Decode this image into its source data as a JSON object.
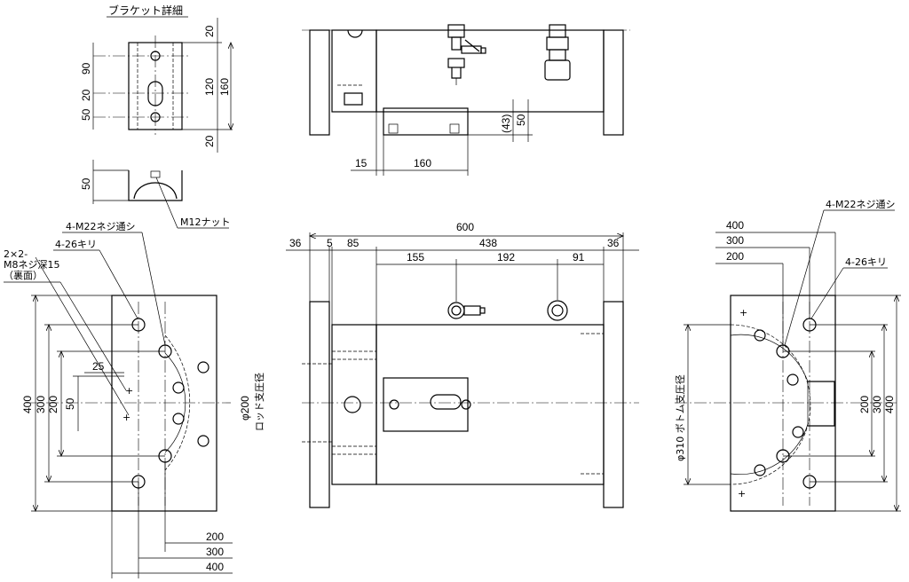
{
  "bracket": {
    "title": "ブラケット詳細",
    "dims_right": [
      "20",
      "120",
      "20"
    ],
    "overall": "160",
    "dims_left": [
      "90",
      "20",
      "50"
    ],
    "side_height": "50",
    "nut_label": "M12ナット"
  },
  "top_view": {
    "dims": [
      "15",
      "160",
      "(43)",
      "50"
    ]
  },
  "left_view": {
    "thread_label": "4-M22ネジ通シ",
    "hole_label": "4-26キリ",
    "blind_thread_label_1": "2×2-",
    "blind_thread_label_2": "M8ネジ深15",
    "blind_thread_label_3": "（裏面）",
    "dims_left": [
      "400",
      "300",
      "200",
      "50"
    ],
    "dim_25": "25",
    "dims_bottom": [
      "200",
      "300",
      "400"
    ],
    "rod_dia_1": "φ200",
    "rod_dia_2": "ロッド支圧径"
  },
  "front_view": {
    "overall": "600",
    "row2": [
      "36",
      "5",
      "85",
      "438",
      "36"
    ],
    "row3": [
      "155",
      "192",
      "91"
    ]
  },
  "right_view": {
    "dims_top": [
      "400",
      "300",
      "200"
    ],
    "thread_label": "4-M22ネジ通シ",
    "hole_label": "4-26キリ",
    "dims_right": [
      "200",
      "300",
      "400"
    ],
    "bottom_dia": "φ310  ボトム支圧径"
  }
}
